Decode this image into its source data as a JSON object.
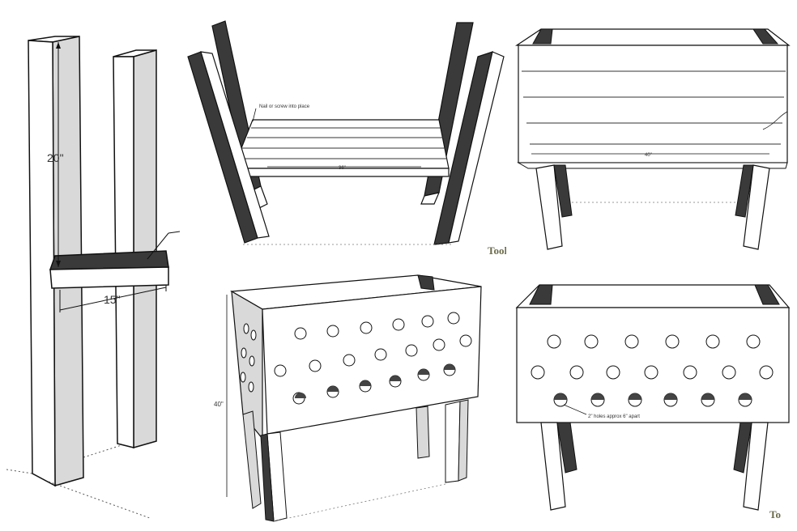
{
  "panels": {
    "p1": {
      "height_label": "20\"",
      "width_label": "15\""
    },
    "p2": {
      "callout": "Nail or screw into place",
      "length_label": "36\"",
      "watermark": "Tool"
    },
    "p3": {
      "length_label": "40\""
    },
    "p4": {
      "height_label": "40\""
    },
    "p5": {
      "callout": "2\" holes approx 6\" apart",
      "watermark": "To"
    }
  },
  "colors": {
    "wood_face": "#ffffff",
    "wood_side": "#d9d9d9",
    "wood_dark": "#3a3a3a",
    "line": "#111111"
  }
}
